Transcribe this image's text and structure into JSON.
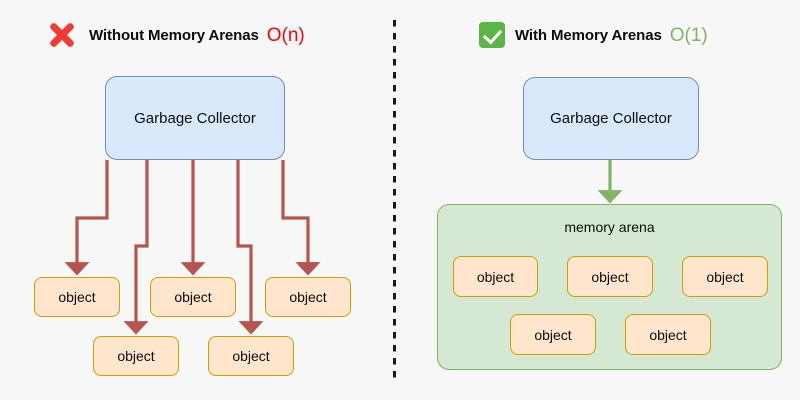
{
  "panels": {
    "left": {
      "icon": "cross-icon",
      "title": "Without Memory Arenas",
      "complexity": "O(n)",
      "complexity_color": "#ff0000",
      "gc": {
        "label": "Garbage Collector"
      },
      "objects": [
        {
          "label": "object"
        },
        {
          "label": "object"
        },
        {
          "label": "object"
        },
        {
          "label": "object"
        },
        {
          "label": "object"
        }
      ],
      "arrow_color": "#b85450",
      "arrow_count": 5
    },
    "right": {
      "icon": "check-icon",
      "title": "With Memory Arenas",
      "complexity": "O(1)",
      "complexity_color": "#82b366",
      "gc": {
        "label": "Garbage Collector"
      },
      "arena": {
        "label": "memory arena"
      },
      "objects": [
        {
          "label": "object"
        },
        {
          "label": "object"
        },
        {
          "label": "object"
        },
        {
          "label": "object"
        },
        {
          "label": "object"
        }
      ],
      "arrow_color": "#82b366",
      "arrow_count": 1
    }
  },
  "colors": {
    "background": "#f7f7f7",
    "gc_fill": "#dae8fc",
    "gc_stroke": "#6c8ebf",
    "object_fill": "#ffe6cc",
    "object_stroke": "#d79b00",
    "arena_fill": "#d5e8d4",
    "arena_stroke": "#82b366",
    "red_arrow": "#b85450",
    "green_arrow": "#82b366",
    "divider": "#1a1a1a"
  }
}
